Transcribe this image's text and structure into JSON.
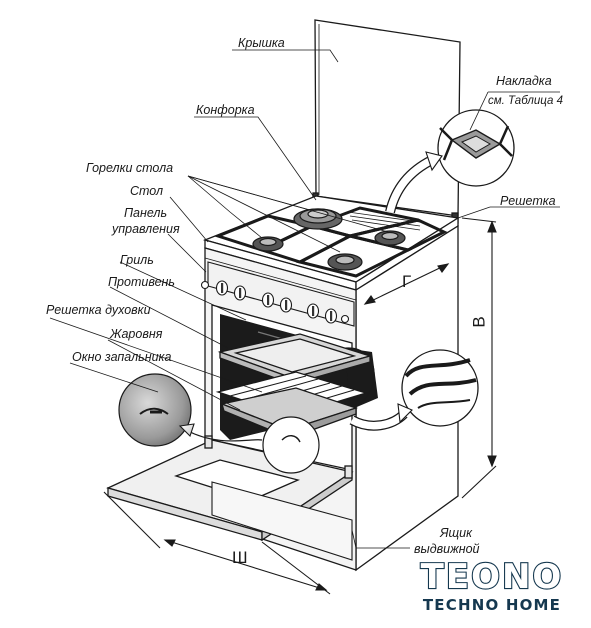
{
  "labels": {
    "lid": "Крышка",
    "burner_cap": "Конфорка",
    "cover_plate_line1": "Накладка",
    "cover_plate_line2": "см. Таблица 4",
    "hob_burners": "Горелки стола",
    "table": "Стол",
    "panel_line1": "Панель",
    "panel_line2": "управления",
    "grate": "Решетка",
    "grill": "Гриль",
    "baking_tray": "Противень",
    "oven_rack": "Решетка духовки",
    "roasting_pan": "Жаровня",
    "ignition_window": "Окно запальника",
    "drawer_line1": "Ящик",
    "drawer_line2": "выдвижной"
  },
  "dimensions": {
    "height": "В",
    "depth": "Г",
    "width": "Ш"
  },
  "logo": {
    "main": "TEONO",
    "sub": "TECHNO HOME",
    "color": "#15384f"
  },
  "colors": {
    "line": "#1a1a1a",
    "cavity": "#1b1b1b",
    "panel": "#f2f2f2",
    "accent": "#15384f"
  }
}
